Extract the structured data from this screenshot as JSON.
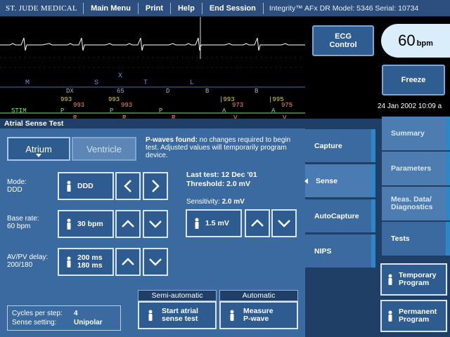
{
  "topbar": {
    "brand": "ST. JUDE MEDICAL",
    "menus": [
      "Main Menu",
      "Print",
      "Help",
      "End Session"
    ],
    "model": "Integrity™ AFx DR Model: 5346 Serial: 10734"
  },
  "ecg": {
    "markers_row": [
      "M",
      "S",
      "T",
      "X",
      "L"
    ],
    "interval_labels": [
      "DX",
      "65",
      "D",
      "B",
      "B"
    ],
    "intervals_top": [
      "993",
      "993",
      "|993",
      "|995"
    ],
    "intervals_bottom": [
      "993",
      "993",
      "973",
      "975"
    ],
    "stim_label": "STIM",
    "events_upper": [
      "P",
      "P",
      "P",
      "A",
      "A"
    ],
    "events_lower": [
      "R",
      "R",
      "R",
      "V",
      "V"
    ]
  },
  "ecg_control": "ECG\nControl",
  "rate": {
    "value": "60",
    "unit": "bpm"
  },
  "freeze_label": "Freeze",
  "datetime": "24 Jan 2002 10:09 a",
  "panel_title": "Atrial Sense Test",
  "chamber": {
    "atrium": "Atrium",
    "ventricle": "Ventricle",
    "selected": "Atrium"
  },
  "pwave": {
    "bold": "P-waves found:",
    "text": " no changes required to begin test. Adjusted values will temporarily program device."
  },
  "params": {
    "mode": {
      "label": "Mode:",
      "current": "DDD",
      "value": "DDD"
    },
    "base_rate": {
      "label": "Base rate:",
      "current": "60 bpm",
      "value": "30 bpm"
    },
    "avpv": {
      "label": "AV/PV delay:",
      "current": "200/180",
      "value1": "200 ms",
      "value2": "180 ms"
    }
  },
  "last_test": {
    "line1": "Last test: 12 Dec '01",
    "line2": "Threshold: 2.0 mV"
  },
  "sensitivity": {
    "label": "Sensitivity:",
    "current": "2.0 mV",
    "value": "1.5 mV"
  },
  "cycles": {
    "k1": "Cycles per step:",
    "v1": "4",
    "k2": "Sense setting:",
    "v2": "Unipolar"
  },
  "semi_auto": {
    "header": "Semi-automatic",
    "line1": "Start atrial",
    "line2": "sense test"
  },
  "auto": {
    "header": "Automatic",
    "line1": "Measure",
    "line2": "P-wave"
  },
  "tabs": [
    "Capture",
    "Sense",
    "AutoCapture",
    "NIPS"
  ],
  "active_tab": "Sense",
  "right_nav": {
    "summary": "Summary",
    "parameters": "Parameters",
    "meas1": "Meas. Data/",
    "meas2": "Diagnostics",
    "tests": "Tests"
  },
  "temp_program": {
    "line1": "Temporary",
    "line2": "Program"
  },
  "perm_program": {
    "line1": "Permanent",
    "line2": "Program"
  }
}
